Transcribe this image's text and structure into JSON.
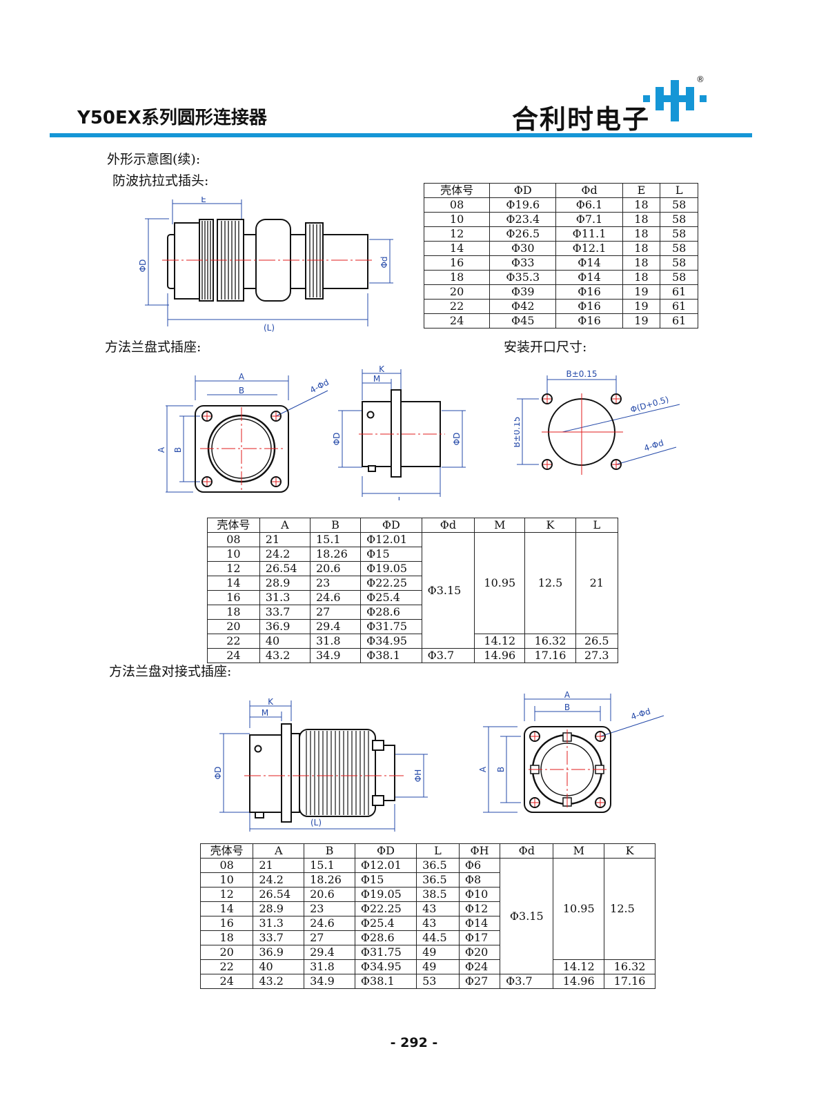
{
  "header": {
    "title": "Y50EX系列圆形连接器",
    "brand": "合利时电子",
    "registered": "®"
  },
  "sections": {
    "outline_title": "外形示意图(续):",
    "plug_title": "防波抗拉式插头:",
    "flange_title": "方法兰盘式插座:",
    "panel_cutout_title": "安装开口尺寸:",
    "jam_title": "方法兰盘对接式插座:"
  },
  "drawing_labels": {
    "E": "E",
    "phiD": "ΦD",
    "phid": "Φd",
    "L_paren": "(L)",
    "A": "A",
    "B": "B",
    "K": "K",
    "M": "M",
    "L": "L",
    "four_phid": "4-Φd",
    "four_phid_small": "4-Φd",
    "B_tol": "B±0.15",
    "phiD_tol": "Φ(D+0.5)",
    "phiH": "ΦH"
  },
  "table_plug": {
    "headers": [
      "壳体号",
      "ΦD",
      "Φd",
      "E",
      "L"
    ],
    "rows": [
      [
        "08",
        "Φ19.6",
        "Φ6.1",
        "18",
        "58"
      ],
      [
        "10",
        "Φ23.4",
        "Φ7.1",
        "18",
        "58"
      ],
      [
        "12",
        "Φ26.5",
        "Φ11.1",
        "18",
        "58"
      ],
      [
        "14",
        "Φ30",
        "Φ12.1",
        "18",
        "58"
      ],
      [
        "16",
        "Φ33",
        "Φ14",
        "18",
        "58"
      ],
      [
        "18",
        "Φ35.3",
        "Φ14",
        "18",
        "58"
      ],
      [
        "20",
        "Φ39",
        "Φ16",
        "19",
        "61"
      ],
      [
        "22",
        "Φ42",
        "Φ16",
        "19",
        "61"
      ],
      [
        "24",
        "Φ45",
        "Φ16",
        "19",
        "61"
      ]
    ]
  },
  "table_flange": {
    "headers": [
      "壳体号",
      "A",
      "B",
      "ΦD",
      "Φd",
      "M",
      "K",
      "L"
    ],
    "rows": [
      [
        "08",
        "21",
        "15.1",
        "Φ12.01"
      ],
      [
        "10",
        "24.2",
        "18.26",
        "Φ15"
      ],
      [
        "12",
        "26.54",
        "20.6",
        "Φ19.05"
      ],
      [
        "14",
        "28.9",
        "23",
        "Φ22.25"
      ],
      [
        "16",
        "31.3",
        "24.6",
        "Φ25.4"
      ],
      [
        "18",
        "33.7",
        "27",
        "Φ28.6"
      ],
      [
        "20",
        "36.9",
        "29.4",
        "Φ31.75"
      ],
      [
        "22",
        "40",
        "31.8",
        "Φ34.95"
      ],
      [
        "24",
        "43.2",
        "34.9",
        "Φ38.1"
      ]
    ],
    "d_small": "Φ3.15",
    "d_large": "Φ3.7",
    "M_small": "10.95",
    "K_small": "12.5",
    "L_small": "21",
    "row22": {
      "M": "14.12",
      "K": "16.32",
      "L": "26.5"
    },
    "row24": {
      "M": "14.96",
      "K": "17.16",
      "L": "27.3"
    }
  },
  "table_jam": {
    "headers": [
      "壳体号",
      "A",
      "B",
      "ΦD",
      "L",
      "ΦH",
      "Φd",
      "M",
      "K"
    ],
    "rows": [
      [
        "08",
        "21",
        "15.1",
        "Φ12.01",
        "36.5",
        "Φ6"
      ],
      [
        "10",
        "24.2",
        "18.26",
        "Φ15",
        "36.5",
        "Φ8"
      ],
      [
        "12",
        "26.54",
        "20.6",
        "Φ19.05",
        "38.5",
        "Φ10"
      ],
      [
        "14",
        "28.9",
        "23",
        "Φ22.25",
        "43",
        "Φ12"
      ],
      [
        "16",
        "31.3",
        "24.6",
        "Φ25.4",
        "43",
        "Φ14"
      ],
      [
        "18",
        "33.7",
        "27",
        "Φ28.6",
        "44.5",
        "Φ17"
      ],
      [
        "20",
        "36.9",
        "29.4",
        "Φ31.75",
        "49",
        "Φ20"
      ],
      [
        "22",
        "40",
        "31.8",
        "Φ34.95",
        "49",
        "Φ24"
      ],
      [
        "24",
        "43.2",
        "34.9",
        "Φ38.1",
        "53",
        "Φ27"
      ]
    ],
    "d_small": "Φ3.15",
    "d_large": "Φ3.7",
    "M_small": "10.95",
    "K_small": "12.5",
    "row22": {
      "M": "14.12",
      "K": "16.32"
    },
    "row24": {
      "M": "14.96",
      "K": "17.16"
    }
  },
  "footer": {
    "page_number": "- 292 -"
  },
  "colors": {
    "brand_blue": "#1596d6",
    "dim_blue": "#2348a8",
    "center_red": "#e01b1b"
  }
}
